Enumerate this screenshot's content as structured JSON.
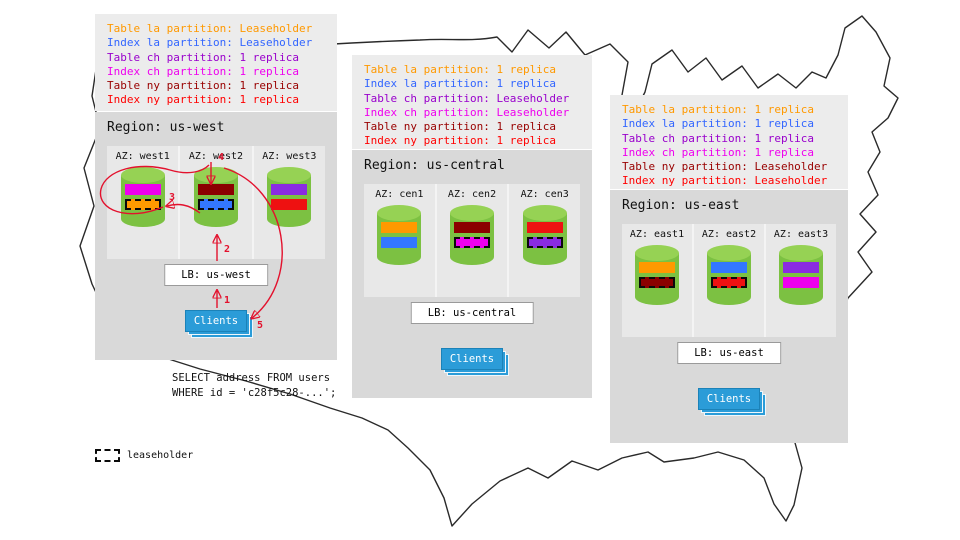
{
  "legend": {
    "label": "leaseholder"
  },
  "query": {
    "line1": "SELECT address FROM users",
    "line2": "WHERE id = 'c28f5c28-...';"
  },
  "flow_steps": {
    "s1": "1",
    "s2": "2",
    "s3": "3",
    "s4": "4",
    "s5": "5"
  },
  "colors": {
    "region_bg": "#d9d9d9",
    "panel_bg": "#ececec",
    "cylinder": "#7cc142",
    "clients": "#2b9cd8",
    "arrow": "#e3112d"
  },
  "regions": [
    {
      "title": "Region: us-west",
      "lb_label": "LB: us-west",
      "clients_label": "Clients",
      "partition_labels": [
        {
          "text": "Table la partition: Leaseholder",
          "color": "#ff9900"
        },
        {
          "text": "Index la partition: Leaseholder",
          "color": "#3366ff"
        },
        {
          "text": "Table ch partition: 1 replica",
          "color": "#9900cc"
        },
        {
          "text": "Index ch partition: 1 replica",
          "color": "#ee00ee"
        },
        {
          "text": "Table ny partition: 1 replica",
          "color": "#990000"
        },
        {
          "text": "Index ny partition: 1 replica",
          "color": "#ff0000"
        }
      ],
      "azs": [
        {
          "label": "AZ: west1",
          "bars": [
            {
              "color": "#ee00ee",
              "leaseholder": false
            },
            {
              "color": "#ff9900",
              "leaseholder": true
            }
          ]
        },
        {
          "label": "AZ: west2",
          "bars": [
            {
              "color": "#8b0000",
              "leaseholder": false
            },
            {
              "color": "#3377ff",
              "leaseholder": true
            }
          ]
        },
        {
          "label": "AZ: west3",
          "bars": [
            {
              "color": "#8a2be2",
              "leaseholder": false
            },
            {
              "color": "#ee1111",
              "leaseholder": false
            }
          ]
        }
      ]
    },
    {
      "title": "Region: us-central",
      "lb_label": "LB: us-central",
      "clients_label": "Clients",
      "partition_labels": [
        {
          "text": "Table la partition: 1 replica",
          "color": "#ff9900"
        },
        {
          "text": "Index la partition: 1 replica",
          "color": "#3366ff"
        },
        {
          "text": "Table ch partition: Leaseholder",
          "color": "#9900cc"
        },
        {
          "text": "Index ch partition: Leaseholder",
          "color": "#ee00ee"
        },
        {
          "text": "Table ny partition: 1 replica",
          "color": "#990000"
        },
        {
          "text": "Index ny partition: 1 replica",
          "color": "#ff0000"
        }
      ],
      "azs": [
        {
          "label": "AZ: cen1",
          "bars": [
            {
              "color": "#ff9900",
              "leaseholder": false
            },
            {
              "color": "#3377ff",
              "leaseholder": false
            }
          ]
        },
        {
          "label": "AZ: cen2",
          "bars": [
            {
              "color": "#8b0000",
              "leaseholder": false
            },
            {
              "color": "#ee00ee",
              "leaseholder": true
            }
          ]
        },
        {
          "label": "AZ: cen3",
          "bars": [
            {
              "color": "#ee1111",
              "leaseholder": false
            },
            {
              "color": "#8a2be2",
              "leaseholder": true
            }
          ]
        }
      ]
    },
    {
      "title": "Region: us-east",
      "lb_label": "LB: us-east",
      "clients_label": "Clients",
      "partition_labels": [
        {
          "text": "Table la partition: 1 replica",
          "color": "#ff9900"
        },
        {
          "text": "Index la partition: 1 replica",
          "color": "#3366ff"
        },
        {
          "text": "Table ch partition: 1 replica",
          "color": "#9900cc"
        },
        {
          "text": "Index ch partition: 1 replica",
          "color": "#ee00ee"
        },
        {
          "text": "Table ny partition: Leaseholder",
          "color": "#990000"
        },
        {
          "text": "Index ny partition: Leaseholder",
          "color": "#ff0000"
        }
      ],
      "azs": [
        {
          "label": "AZ: east1",
          "bars": [
            {
              "color": "#ff9900",
              "leaseholder": false
            },
            {
              "color": "#8b0000",
              "leaseholder": true
            }
          ]
        },
        {
          "label": "AZ: east2",
          "bars": [
            {
              "color": "#3377ff",
              "leaseholder": false
            },
            {
              "color": "#ee1111",
              "leaseholder": true
            }
          ]
        },
        {
          "label": "AZ: east3",
          "bars": [
            {
              "color": "#8a2be2",
              "leaseholder": false
            },
            {
              "color": "#ee00ee",
              "leaseholder": false
            }
          ]
        }
      ]
    }
  ]
}
